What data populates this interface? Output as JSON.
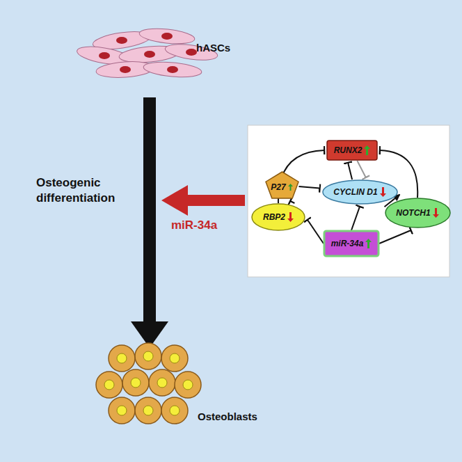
{
  "diagram": {
    "nodes": [
      {
        "text": [
          "RUNX2"
        ]
      },
      {
        "text": [
          "P27"
        ]
      },
      {
        "text": [
          "CYCLIN D1"
        ]
      },
      {
        "text": [
          "RBP2"
        ]
      },
      {
        "text": [
          "NOTCH1"
        ]
      },
      {
        "text": [
          "miR-34a"
        ]
      }
    ],
    "edges": [
      {
        "from": 3,
        "to": 0,
        "arrow": "to"
      },
      {
        "from": 3,
        "to": 1,
        "arrow": "to"
      },
      {
        "from": 1,
        "to": 2,
        "arrow": "to"
      },
      {
        "from": 2,
        "to": 0,
        "arrow": "to"
      },
      {
        "from": 0,
        "to": 2,
        "arrow": "to"
      },
      {
        "from": 4,
        "to": 0,
        "arrow": "to"
      },
      {
        "from": 4,
        "to": 2,
        "arrow": "to"
      },
      {
        "from": 5,
        "to": 3,
        "arrow": "to"
      },
      {
        "from": 5,
        "to": 2,
        "arrow": "to"
      },
      {
        "from": 5,
        "to": 4,
        "arrow": "to"
      }
    ],
    "labels": [
      "hASCs",
      "Osteogenic differentiation",
      "miR-34a",
      "Osteoblasts"
    ]
  }
}
